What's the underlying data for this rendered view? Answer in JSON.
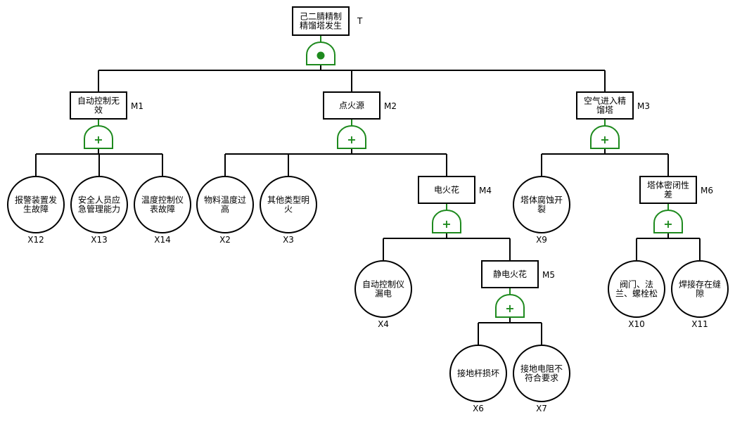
{
  "diagram": {
    "type": "fault-tree",
    "colors": {
      "gate": "#1e8a1e",
      "line": "#000000"
    },
    "top_event": {
      "id": "T",
      "lines": [
        "己二腈精制",
        "精馏塔发生"
      ],
      "gate": "AND"
    },
    "intermediate_events": [
      {
        "id": "M1",
        "lines": [
          "自动控制无",
          "效"
        ],
        "gate": "OR",
        "parent": "T"
      },
      {
        "id": "M2",
        "lines": [
          "点火源"
        ],
        "gate": "OR",
        "parent": "T"
      },
      {
        "id": "M3",
        "lines": [
          "空气进入精",
          "馏塔"
        ],
        "gate": "OR",
        "parent": "T"
      },
      {
        "id": "M4",
        "lines": [
          "电火花"
        ],
        "gate": "OR",
        "parent": "M2"
      },
      {
        "id": "M5",
        "lines": [
          "静电火花"
        ],
        "gate": "OR",
        "parent": "M4"
      },
      {
        "id": "M6",
        "lines": [
          "塔体密闭性",
          "差"
        ],
        "gate": "OR",
        "parent": "M3"
      }
    ],
    "basic_events": [
      {
        "id": "X12",
        "lines": [
          "报警装置发",
          "生故障"
        ],
        "parent": "M1"
      },
      {
        "id": "X13",
        "lines": [
          "安全人员应",
          "急管理能力"
        ],
        "parent": "M1"
      },
      {
        "id": "X14",
        "lines": [
          "温度控制仪",
          "表故障"
        ],
        "parent": "M1"
      },
      {
        "id": "X2",
        "lines": [
          "物料温度过",
          "高"
        ],
        "parent": "M2"
      },
      {
        "id": "X3",
        "lines": [
          "其他类型明",
          "火"
        ],
        "parent": "M2"
      },
      {
        "id": "X4",
        "lines": [
          "自动控制仪",
          "漏电"
        ],
        "parent": "M4"
      },
      {
        "id": "X6",
        "lines": [
          "接地杆损坏"
        ],
        "parent": "M5"
      },
      {
        "id": "X7",
        "lines": [
          "接地电阻不",
          "符合要求"
        ],
        "parent": "M5"
      },
      {
        "id": "X9",
        "lines": [
          "塔体腐蚀开",
          "裂"
        ],
        "parent": "M3"
      },
      {
        "id": "X10",
        "lines": [
          "阀门、法",
          "兰、螺栓松"
        ],
        "parent": "M6"
      },
      {
        "id": "X11",
        "lines": [
          "焊接存在缝",
          "隙"
        ],
        "parent": "M6"
      }
    ],
    "gate_symbols": {
      "AND": "●",
      "OR": "+"
    }
  }
}
